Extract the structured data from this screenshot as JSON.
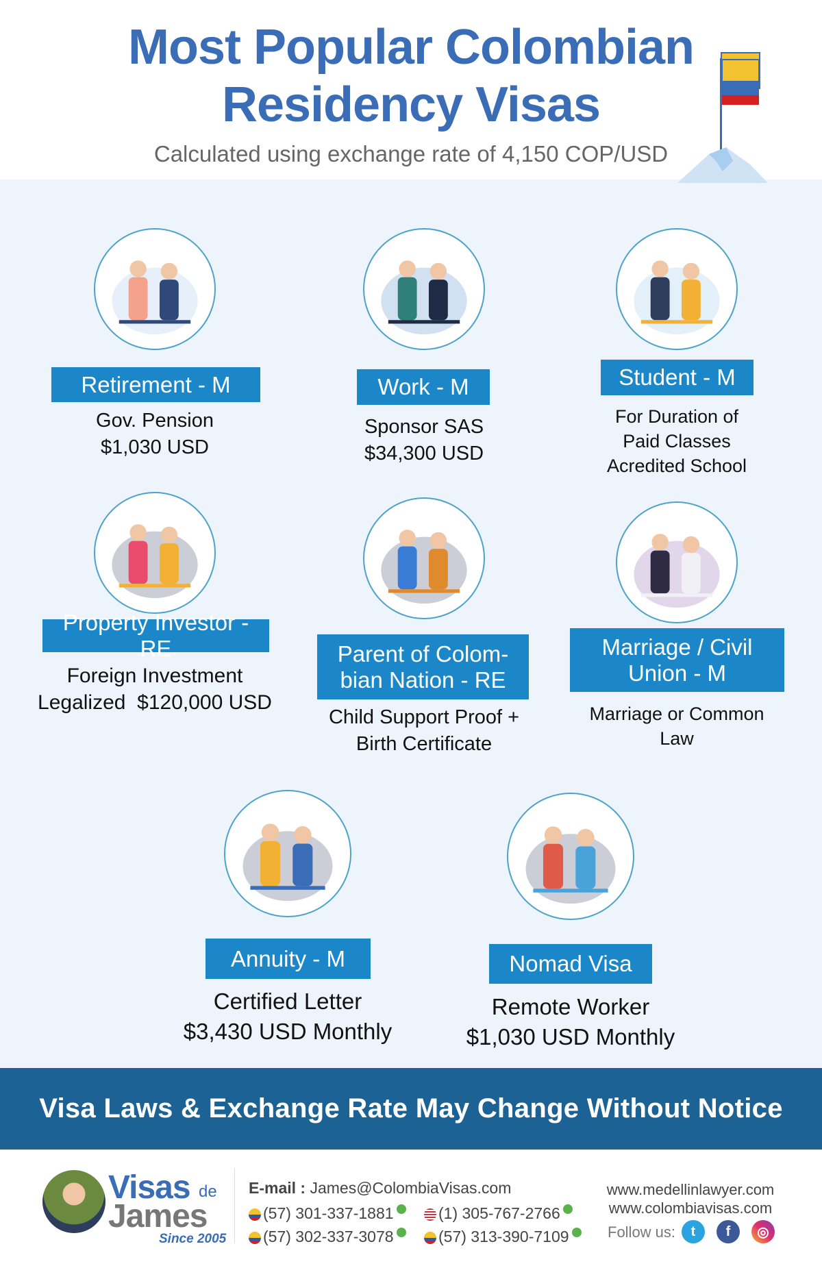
{
  "header": {
    "title_line1": "Most Popular Colombian",
    "title_line2": "Residency Visas",
    "subtitle": "Calculated using exchange rate of 4,150 COP/USD"
  },
  "visas": [
    {
      "label": "Retirement - M",
      "desc": [
        "Gov. Pension",
        "$1,030 USD"
      ],
      "icon": "retirement-couple-icon"
    },
    {
      "label": "Work - M",
      "desc": [
        "Sponsor SAS",
        "$34,300 USD"
      ],
      "icon": "workers-icon"
    },
    {
      "label": "Student - M",
      "desc": [
        "For Duration of",
        "Paid Classes",
        "Acredited School"
      ],
      "icon": "graduation-icon"
    },
    {
      "label": "Property Investor - RE",
      "desc": [
        "Foreign Investment",
        "Legalized  $120,000 USD"
      ],
      "icon": "property-investment-icon"
    },
    {
      "label": "Parent of Colom-bian Nation - RE",
      "label_lines": [
        "Parent of Colom-",
        "bian Nation - RE"
      ],
      "desc": [
        "Child Support Proof +",
        "Birth Certificate"
      ],
      "icon": "family-house-icon"
    },
    {
      "label": "Marriage / Civil Union - M",
      "label_lines": [
        "Marriage / Civil",
        "Union - M"
      ],
      "desc": [
        "Marriage or Common",
        "Law"
      ],
      "icon": "wedding-couple-icon"
    },
    {
      "label": "Annuity  - M",
      "desc": [
        "Certified Letter",
        "$3,430 USD Monthly"
      ],
      "icon": "annuity-growth-icon"
    },
    {
      "label": "Nomad Visa",
      "desc": [
        "Remote Worker",
        "$1,030 USD Monthly"
      ],
      "icon": "remote-worker-icon"
    }
  ],
  "banner": "Visa Laws & Exchange Rate May Change Without Notice",
  "footer": {
    "brand_visas": "Visas",
    "brand_de": "de",
    "brand_james": "James",
    "brand_since": "Since 2005",
    "email_label": "E-mail :",
    "email": "James@ColombiaVisas.com",
    "phones": [
      "(57) 301-337-1881",
      "(1) 305-767-2766",
      "(57) 302-337-3078",
      "(57) 313-390-7109"
    ],
    "websites": [
      "www.medellinlawyer.com",
      "www.colombiavisas.com"
    ],
    "follow": "Follow us:"
  },
  "colors": {
    "title": "#3a6db5",
    "label": "#1b87c9",
    "banner": "#1d6294",
    "panel": "#eef4fb"
  }
}
